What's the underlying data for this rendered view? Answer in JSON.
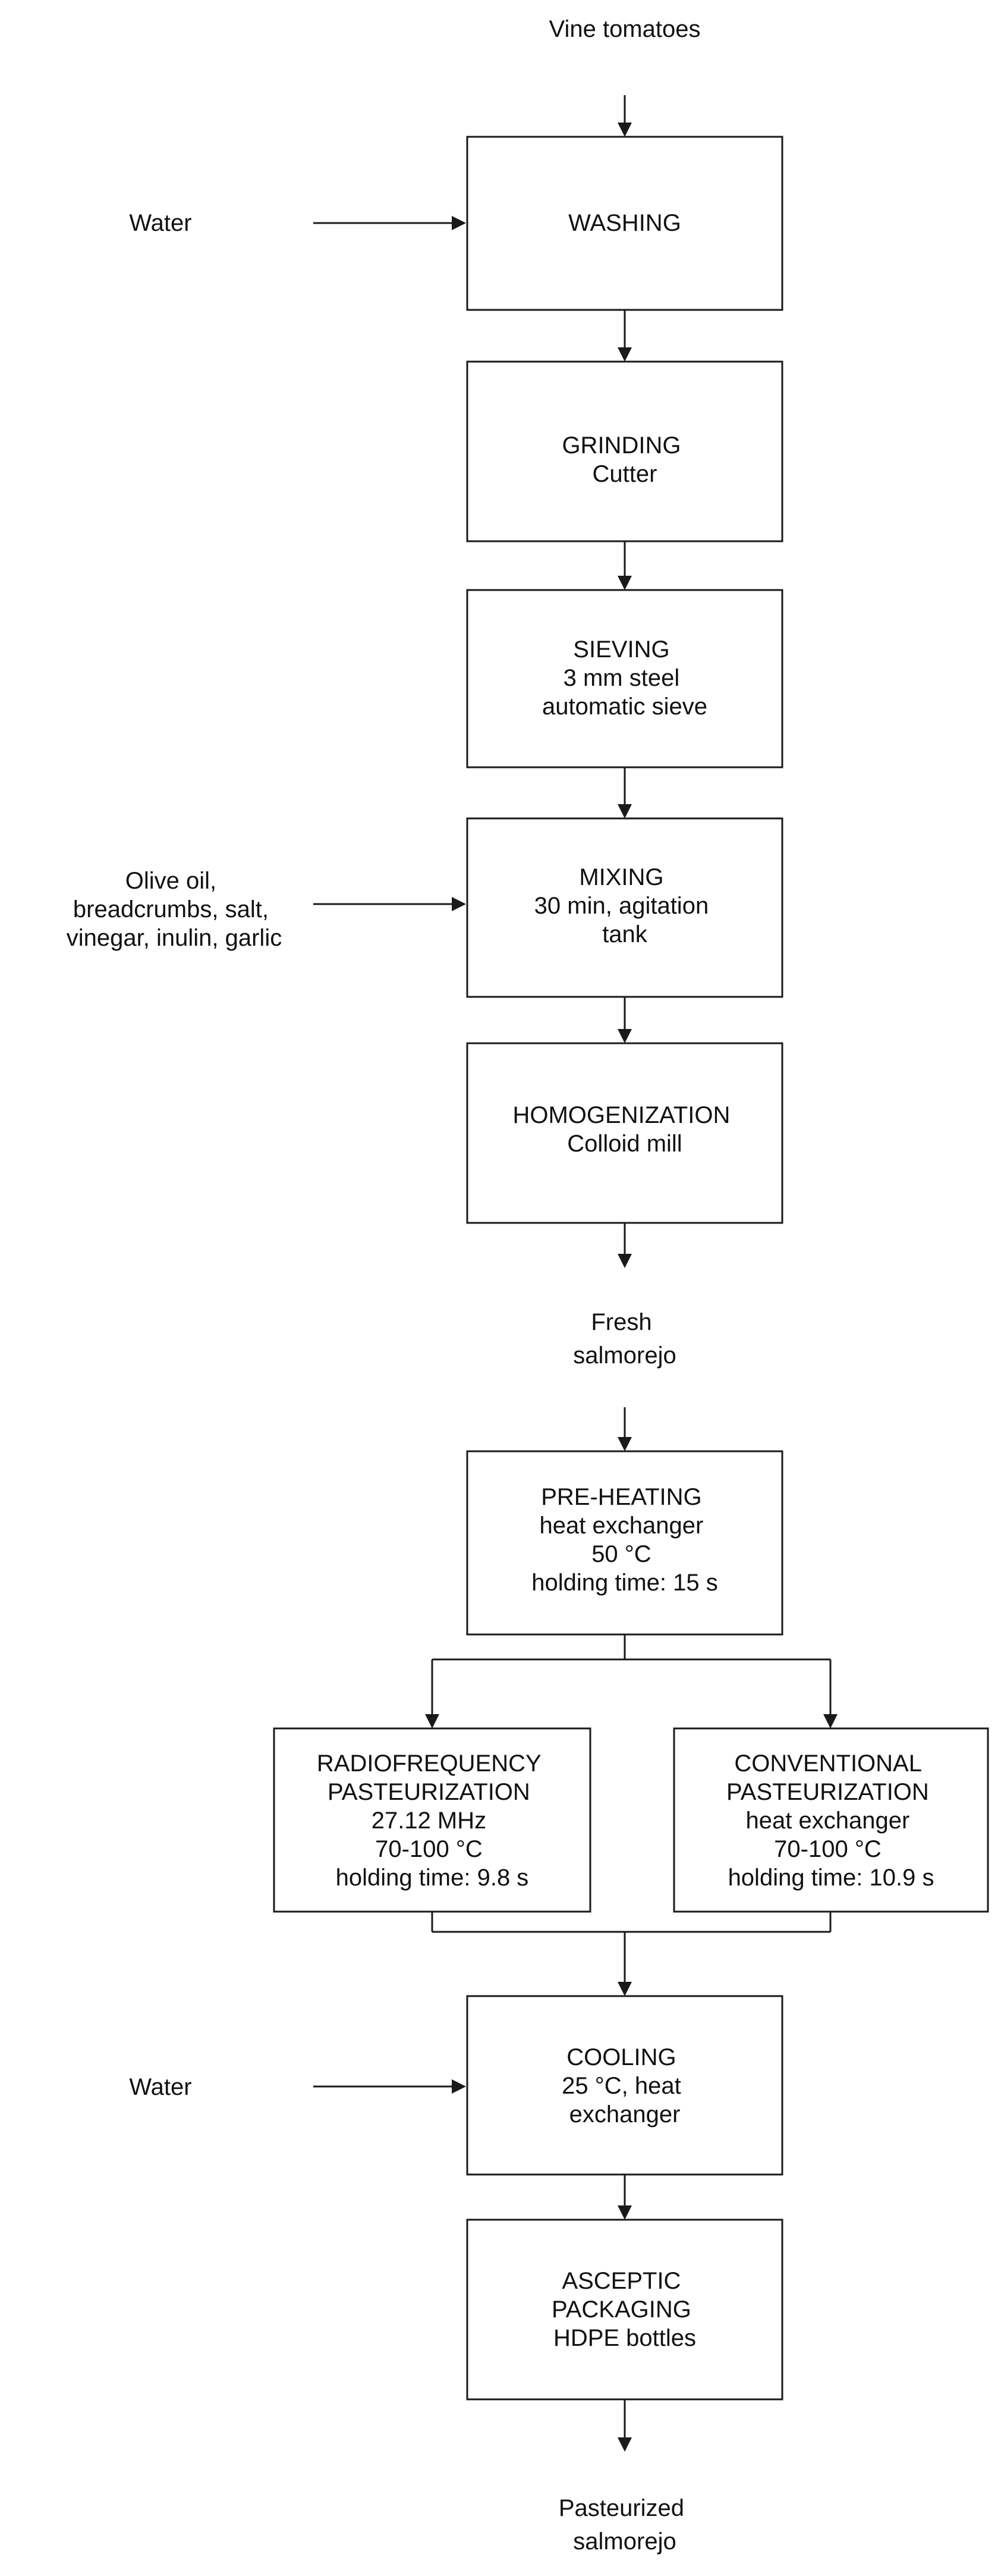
{
  "top_input": {
    "lines": [
      "Vine tomatoes"
    ]
  },
  "steps": [
    {
      "id": "washing",
      "lines": [
        "WASHING"
      ]
    },
    {
      "id": "grinding",
      "lines": [
        "GRINDING",
        "Cutter"
      ]
    },
    {
      "id": "sieving",
      "lines": [
        "SIEVING",
        "3 mm steel",
        "automatic sieve"
      ]
    },
    {
      "id": "mixing",
      "lines": [
        "MIXING",
        "30 min, agitation",
        "tank"
      ]
    },
    {
      "id": "homogenization",
      "lines": [
        "HOMOGENIZATION",
        "Colloid mill"
      ]
    },
    {
      "id": "preheating",
      "lines": [
        "PRE-HEATING",
        "heat exchanger",
        "50 °C",
        "holding time: 15 s"
      ]
    },
    {
      "id": "radiofrequency",
      "lines": [
        "RADIOFREQUENCY",
        "PASTEURIZATION",
        "27.12 MHz",
        "70-100 °C",
        "holding time: 9.8 s"
      ]
    },
    {
      "id": "conventional",
      "lines": [
        "CONVENTIONAL",
        "PASTEURIZATION",
        "heat exchanger",
        "70-100 °C",
        "holding time: 10.9 s"
      ]
    },
    {
      "id": "cooling",
      "lines": [
        "COOLING",
        "25 °C, heat",
        "exchanger"
      ]
    },
    {
      "id": "packaging",
      "lines": [
        "ASCEPTIC",
        "PACKAGING",
        "HDPE bottles"
      ]
    }
  ],
  "side_inputs": [
    {
      "id": "water-washing",
      "lines": [
        "Water"
      ]
    },
    {
      "id": "mixing-ingredients",
      "lines": [
        "Olive oil,",
        "breadcrumbs, salt,",
        "vinegar, inulin, garlic"
      ]
    },
    {
      "id": "water-cooling",
      "lines": [
        "Water"
      ]
    }
  ],
  "products": [
    {
      "id": "fresh-salmorejo",
      "lines": [
        "Fresh",
        "salmorejo"
      ]
    },
    {
      "id": "pasteurized-salmorejo",
      "lines": [
        "Pasteurized",
        "salmorejo"
      ]
    }
  ]
}
